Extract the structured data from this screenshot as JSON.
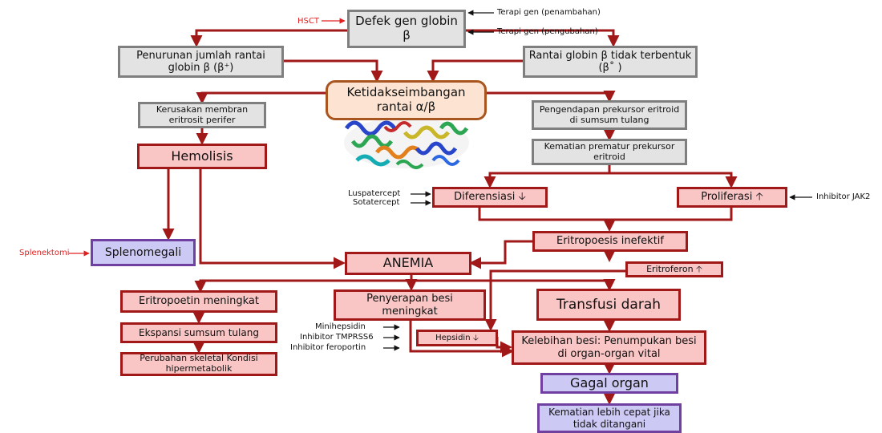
{
  "colors": {
    "arrow_dark_red": "#a01818",
    "therapy_red": "#e02020",
    "gray_fill": "#e3e3e3",
    "pink_fill": "#f9c5c5",
    "purple_fill": "#cdc9f5"
  },
  "nodes": {
    "defek": "Defek gen globin β",
    "penurunan": "Penurunan jumlah rantai globin β (β⁺)",
    "tidak_terbentuk": "Rantai globin β tidak terbentuk (β˚ )",
    "ketidakseimbangan": "Ketidakseimbangan rantai α/β",
    "kerusakan": "Kerusakan membran eritrosit perifer",
    "pengendapan": "Pengendapan prekursor eritroid di sumsum tulang",
    "kematian_prematur": "Kematian prematur prekursor eritroid",
    "hemolisis": "Hemolisis",
    "diferensiasi": "Diferensiasi 🡣",
    "proliferasi": "Proliferasi 🡡",
    "splenomegali": "Splenomegali",
    "eritropoesis": "Eritropoesis inefektif",
    "anemia": "ANEMIA",
    "eritroferon": "Eritroferon 🡡",
    "eritropoetin": "Eritropoetin meningkat",
    "penyerapan": "Penyerapan besi meningkat",
    "transfusi": "Transfusi darah",
    "ekspansi": "Ekspansi sumsum tulang",
    "hepsidin": "Hepsidin 🡣",
    "kelebihan": "Kelebihan besi: Penumpukan besi di organ-organ vital",
    "perubahan": "Perubahan skeletal Kondisi hipermetabolik",
    "gagal": "Gagal organ",
    "kematian": "Kematian lebih cepat jika tidak ditangani"
  },
  "therapies": {
    "hsct": "HSCT",
    "gen_penambahan": "Terapi gen (penambahan)",
    "gen_pengubahan": "Terapi gen (pengubahan)",
    "luspatercept": "Luspatercept",
    "sotatercept": "Sotatercept",
    "jak2": "Inhibitor JAK2",
    "splenektomi": "Splenektomi",
    "minihepsidin": "Minihepsidin",
    "tmprss6": "Inhibitor TMPRSS6",
    "feroportin": "Inhibitor feroportin"
  }
}
